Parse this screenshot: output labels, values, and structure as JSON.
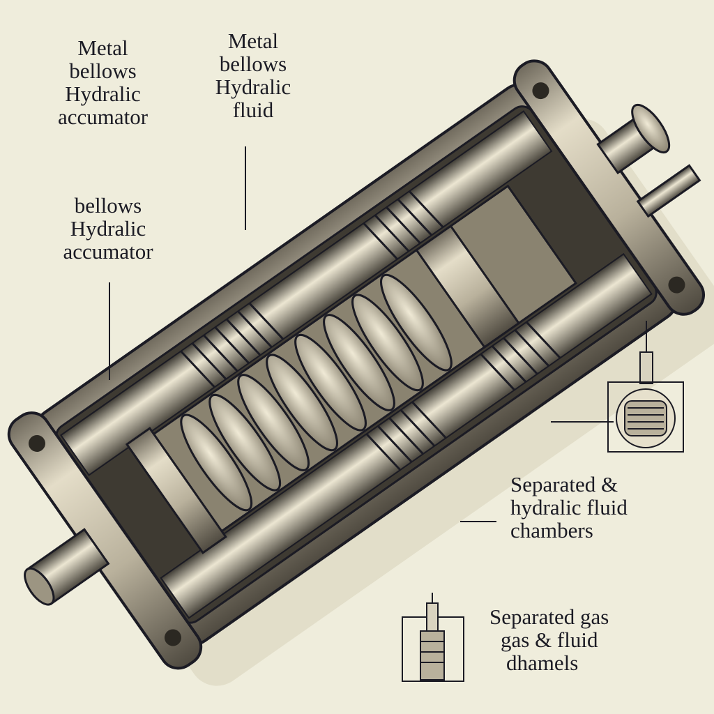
{
  "labels": {
    "top_left": [
      "Metal",
      "bellows",
      "Hydralic",
      "accumator"
    ],
    "top_center": [
      "Metal",
      "bellows",
      "Hydralic",
      "fluid"
    ],
    "mid_left": [
      "bellows",
      "Hydralic",
      "accumator"
    ],
    "right_mid": [
      "Separated &",
      "hydralic fluid",
      "chambers"
    ],
    "bottom_right": [
      "Separated gas",
      "gas & fluid",
      "dhamels"
    ]
  },
  "colors": {
    "paper": "#efeddc",
    "ink": "#1b1b24",
    "metal": "#cfc8b4",
    "shade": "#6d675a"
  }
}
